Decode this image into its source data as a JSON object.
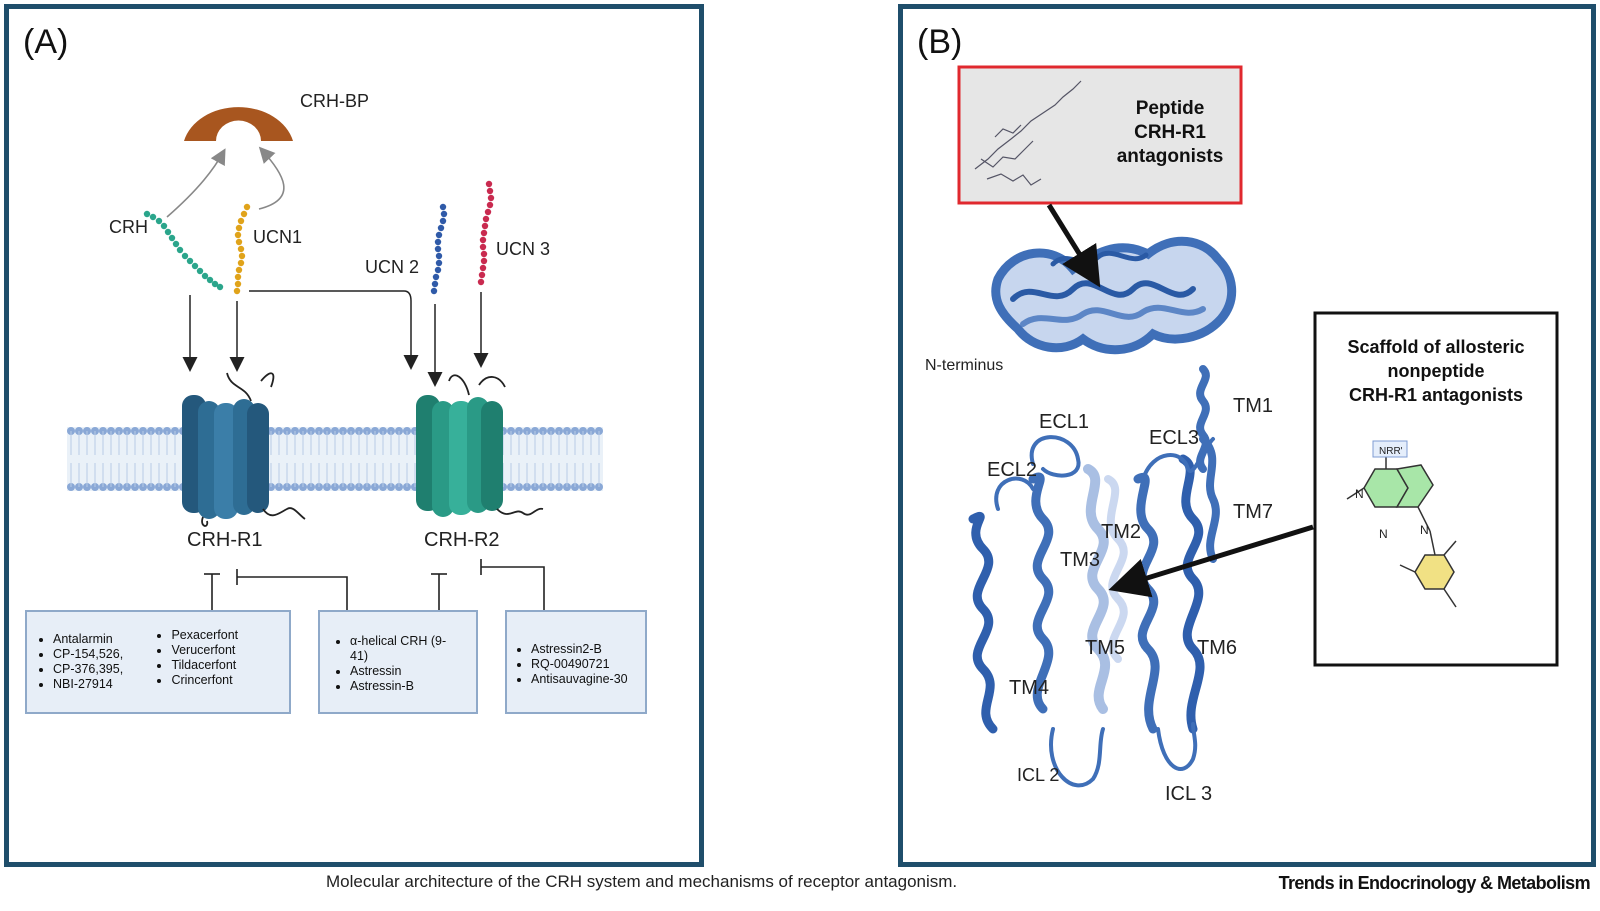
{
  "panel_a": {
    "label": "(A)",
    "binding_protein": "CRH-BP",
    "ligands": {
      "crh": "CRH",
      "ucn1": "UCN1",
      "ucn2": "UCN 2",
      "ucn3": "UCN 3"
    },
    "receptors": {
      "r1": "CRH-R1",
      "r2": "CRH-R2"
    },
    "boxes": {
      "r1_col1": [
        "Antalarmin",
        "CP-154,526,",
        "CP-376,395,",
        "NBI-27914"
      ],
      "r1_col2": [
        "Pexacerfont",
        "Verucerfont",
        "Tildacerfont",
        "Crincerfont"
      ],
      "both": [
        "α-helical CRH (9-41)",
        "Astressin",
        "Astressin-B"
      ],
      "r2": [
        "Astressin2-B",
        "RQ-00490721",
        "Antisauvagine-30"
      ]
    },
    "colors": {
      "crh_bp": "#a8561f",
      "crh": "#2aa58b",
      "ucn1": "#e0a31a",
      "ucn2": "#2f5aa8",
      "ucn3": "#c92a4f",
      "r1": "#2e6d94",
      "r2": "#2a9a86"
    }
  },
  "panel_b": {
    "label": "(B)",
    "peptide_box": {
      "lines": [
        "Peptide",
        "CRH-R1",
        "antagonists"
      ]
    },
    "scaffold_box": {
      "lines": [
        "Scaffold of allosteric",
        "nonpeptide",
        "CRH-R1 antagonists"
      ],
      "substituent": "NRR'",
      "atom_n": "N"
    },
    "labels": {
      "n_terminus": "N-terminus",
      "tm1": "TM1",
      "tm2": "TM2",
      "tm3": "TM3",
      "tm4": "TM4",
      "tm5": "TM5",
      "tm6": "TM6",
      "tm7": "TM7",
      "ecl1": "ECL1",
      "ecl2": "ECL2",
      "ecl3": "ECL3",
      "icl2": "ICL 2",
      "icl3": "ICL 3"
    },
    "colors": {
      "protein": "#3f6fb8",
      "peptide_box_border": "#e0282e"
    }
  },
  "caption": "Molecular architecture of the CRH system and mechanisms of receptor antagonism.",
  "journal": "Trends in Endocrinology & Metabolism"
}
